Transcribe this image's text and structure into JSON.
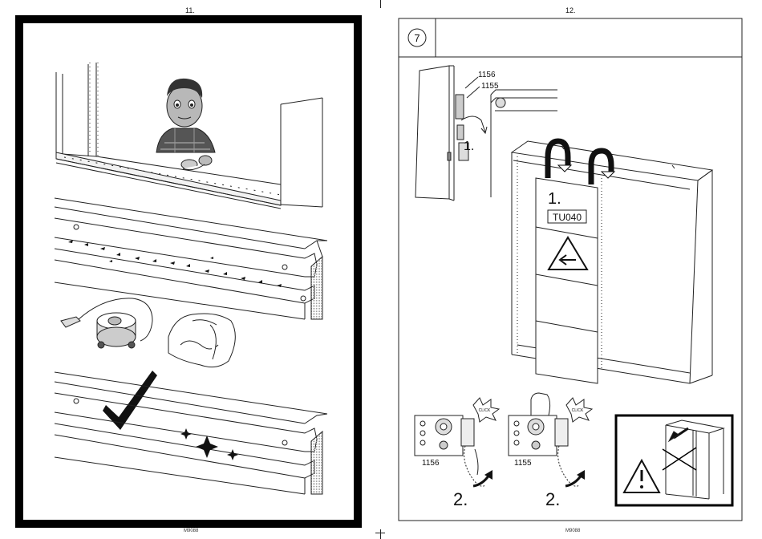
{
  "left_page": {
    "number": "11.",
    "footer": "M9088"
  },
  "right_page": {
    "number": "12.",
    "footer": "M9088",
    "step_number": "7",
    "parts": {
      "upper": "1156",
      "lower": "1155"
    },
    "step_one": "1.",
    "step_two": "2.",
    "tape_code": "TU040",
    "click_text": "CLICK",
    "detail_left_part": "1156",
    "detail_right_part": "1155",
    "warning_mark": "!"
  }
}
